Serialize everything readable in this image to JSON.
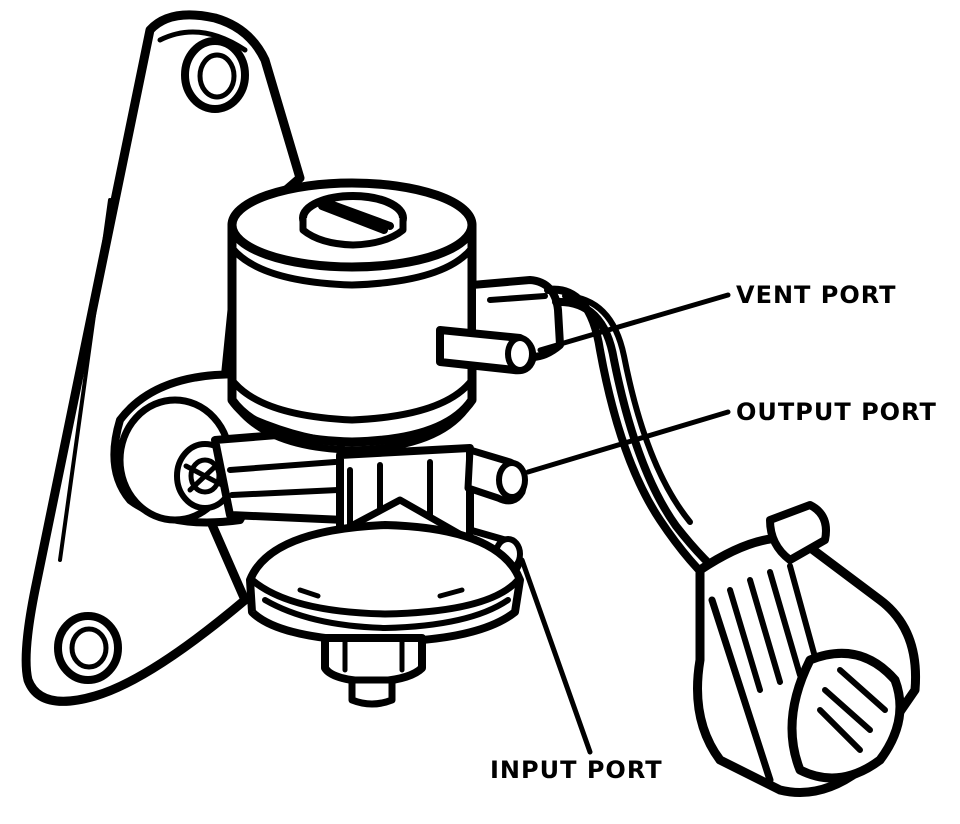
{
  "labels": {
    "vent_port": "VENT PORT",
    "output_port": "OUTPUT PORT",
    "input_port": "INPUT PORT"
  },
  "colors": {
    "ink": "#000000",
    "paper": "#ffffff"
  }
}
